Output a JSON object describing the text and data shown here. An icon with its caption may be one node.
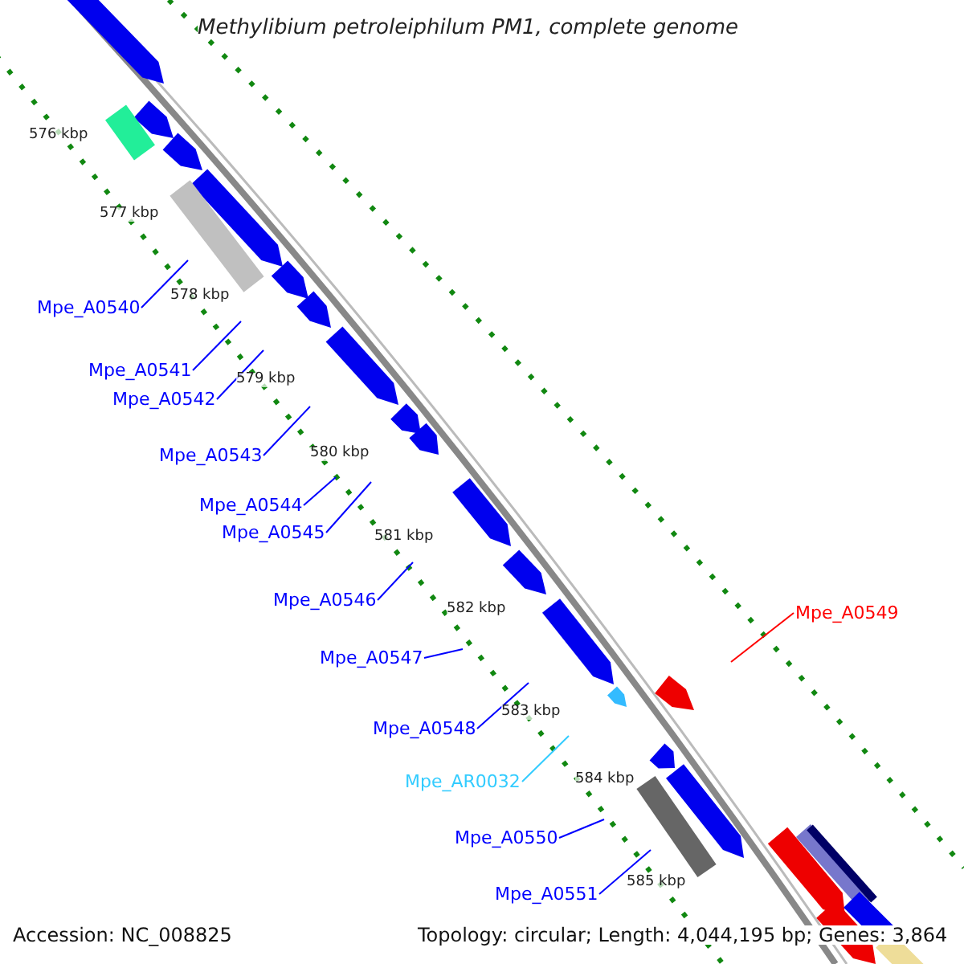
{
  "diagram": {
    "title": "Methylibium petroleiphilum PM1, complete genome",
    "nodes": [
      {
        "text": [
          "Mpe_A0540"
        ]
      },
      {
        "text": [
          "Mpe_A0541"
        ]
      },
      {
        "text": [
          "Mpe_A0542"
        ]
      },
      {
        "text": [
          "Mpe_A0543"
        ]
      },
      {
        "text": [
          "Mpe_A0544"
        ]
      },
      {
        "text": [
          "Mpe_A0545"
        ]
      },
      {
        "text": [
          "Mpe_A0546"
        ]
      },
      {
        "text": [
          "Mpe_A0547"
        ]
      },
      {
        "text": [
          "Mpe_A0548"
        ]
      },
      {
        "text": [
          "Mpe_AR0032"
        ]
      },
      {
        "text": [
          "Mpe_A0550"
        ]
      },
      {
        "text": [
          "Mpe_A0551"
        ]
      },
      {
        "text": [
          "Mpe_A0549"
        ]
      }
    ],
    "edges": [
      {
        "from": 0,
        "to": null,
        "arrow": "none"
      },
      {
        "from": 1,
        "to": null,
        "arrow": "none"
      },
      {
        "from": 2,
        "to": null,
        "arrow": "none"
      },
      {
        "from": 3,
        "to": null,
        "arrow": "none"
      },
      {
        "from": 4,
        "to": null,
        "arrow": "none"
      },
      {
        "from": 5,
        "to": null,
        "arrow": "none"
      },
      {
        "from": 6,
        "to": null,
        "arrow": "none"
      },
      {
        "from": 7,
        "to": null,
        "arrow": "none"
      },
      {
        "from": 8,
        "to": null,
        "arrow": "none"
      },
      {
        "from": 9,
        "to": null,
        "arrow": "none",
        "color": "#33ccff"
      },
      {
        "from": 10,
        "to": null,
        "arrow": "none"
      },
      {
        "from": 11,
        "to": null,
        "arrow": "none"
      },
      {
        "from": 12,
        "to": null,
        "arrow": "none",
        "color": "#ff0000"
      }
    ],
    "labels": [
      "576 kbp",
      "577 kbp",
      "578 kbp",
      "579 kbp",
      "580 kbp",
      "581 kbp",
      "582 kbp",
      "583 kbp",
      "584 kbp",
      "585 kbp",
      "Accession: NC_008825",
      "Topology: circular; Length: 4,044,195 bp; Genes: 3,864"
    ]
  }
}
